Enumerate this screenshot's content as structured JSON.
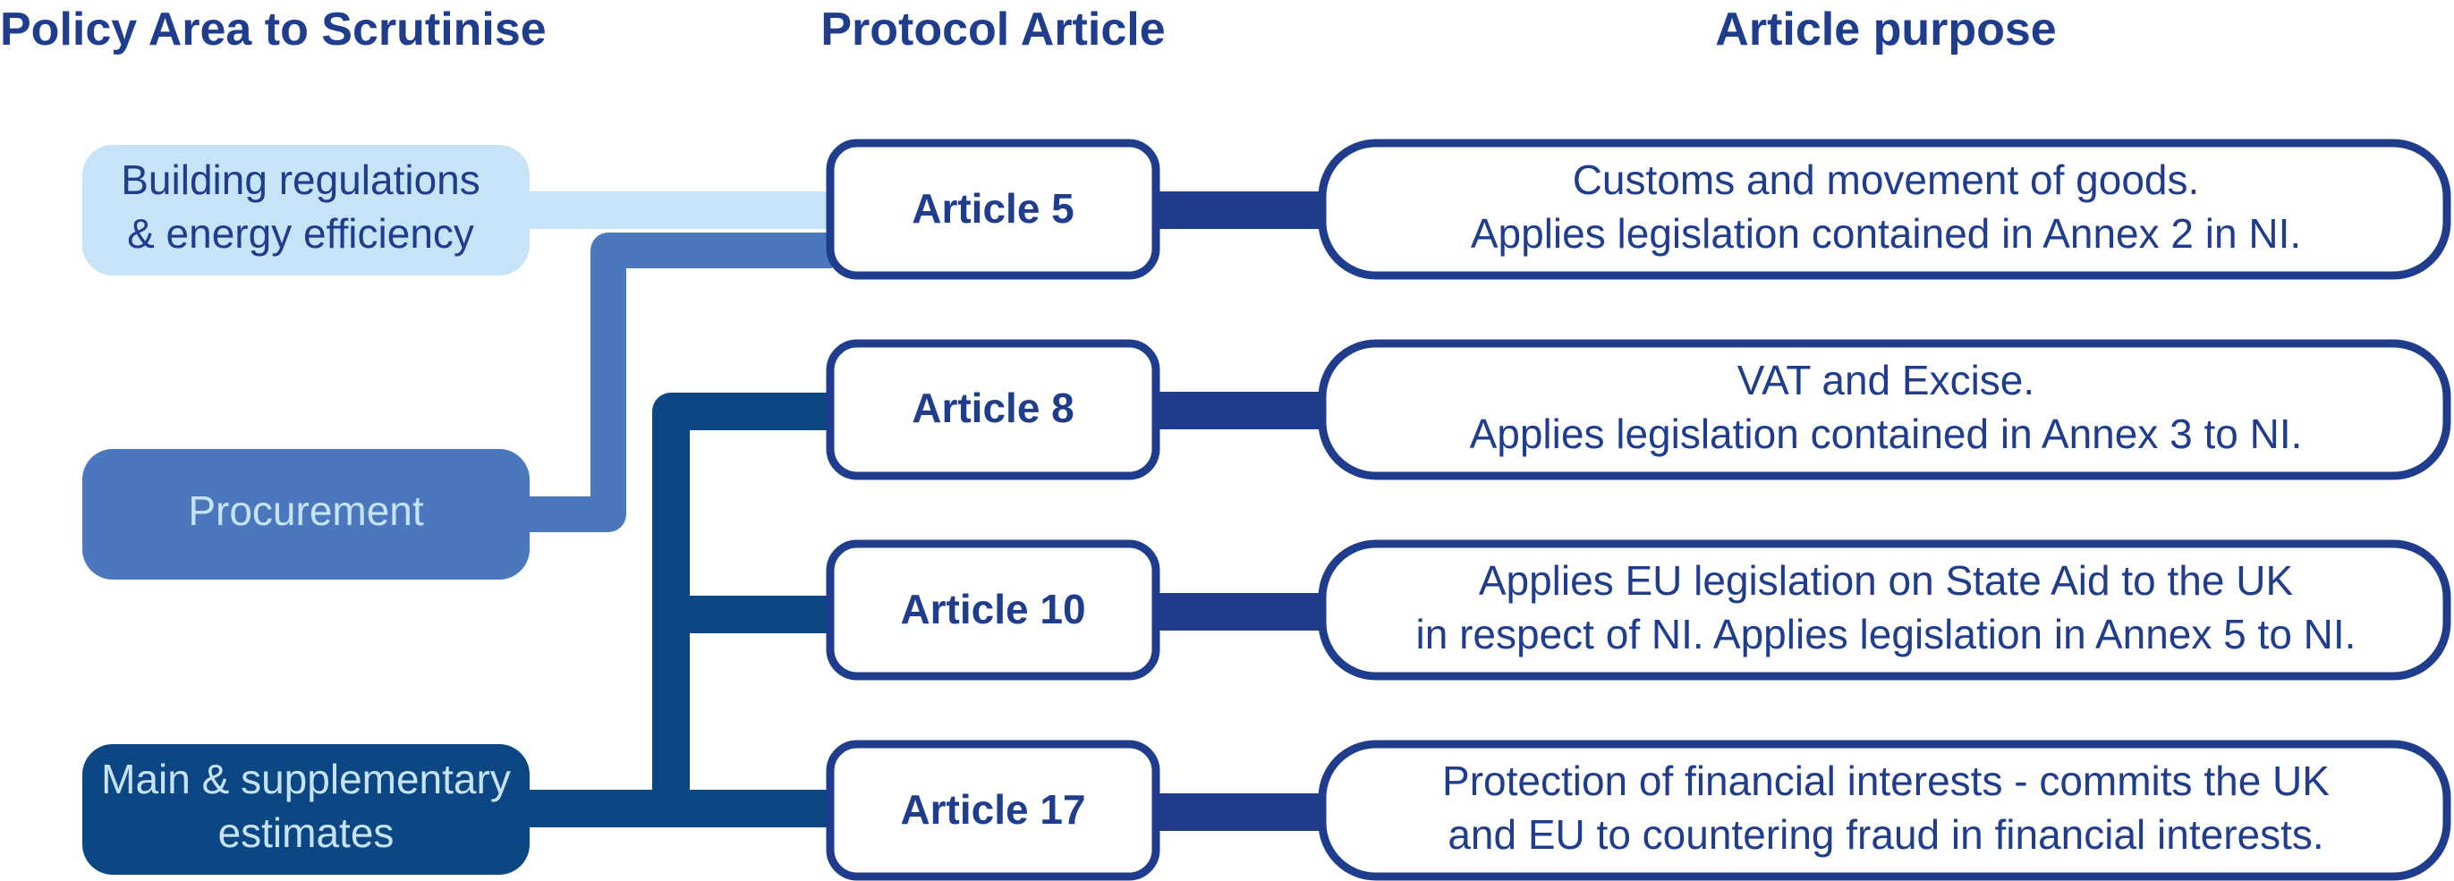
{
  "headers": {
    "policy": "Policy Area to Scrutinise",
    "article": "Protocol Article",
    "purpose": "Article purpose"
  },
  "policies": [
    {
      "id": "building",
      "lines": [
        "Building regulations",
        "& energy efficiency"
      ],
      "fill": "#c6e3f7",
      "text_color": "#1f3d8c"
    },
    {
      "id": "procurement",
      "lines": [
        "Procurement"
      ],
      "fill": "#4b78bd",
      "text_color": "#c6e3f7"
    },
    {
      "id": "estimates",
      "lines": [
        "Main & supplementary",
        "estimates"
      ],
      "fill": "#0c4784",
      "text_color": "#c6e3f7"
    }
  ],
  "articles": [
    {
      "id": "article-5",
      "label": "Article 5",
      "purpose": [
        "Customs and movement of goods.",
        "Applies legislation contained in Annex 2 in NI."
      ]
    },
    {
      "id": "article-8",
      "label": "Article 8",
      "purpose": [
        "VAT and Excise.",
        "Applies legislation contained in Annex 3 to NI."
      ]
    },
    {
      "id": "article-10",
      "label": "Article 10",
      "purpose": [
        "Applies EU legislation on State Aid to the UK",
        "in respect  of NI. Applies legislation in Annex 5 to NI."
      ]
    },
    {
      "id": "article-17",
      "label": "Article 17",
      "purpose": [
        "Protection of financial interests - commits the UK",
        "and EU to countering fraud in financial interests."
      ]
    }
  ],
  "colors": {
    "border": "#1f3d8c",
    "link_light": "#c6e3f7",
    "link_mid": "#4b78bd",
    "link_dark": "#0c4784",
    "connector": "#1f3d8c"
  }
}
